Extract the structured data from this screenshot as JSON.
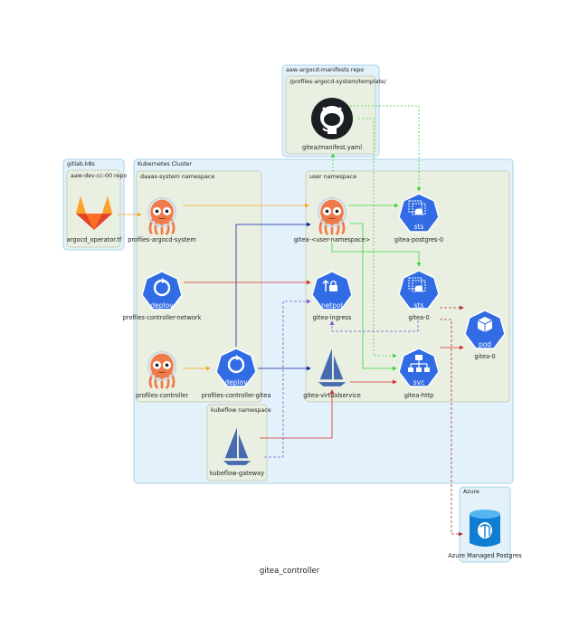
{
  "title": "gitea_controller",
  "clusters": {
    "gitlab": "gitlab.k8s",
    "gitlab_repo": "aaw-dev-cc-00 repo",
    "argocd_repo": "aaw-argocd-manifests repo",
    "argocd_template": "/profiles-argocd-system/template/",
    "kubernetes": "Kubernetes Cluster",
    "daaas": "daaas-system namespace",
    "user": "user namespace",
    "kubeflow": "kubeflow namespace",
    "azure": "Azure"
  },
  "nodes": {
    "argocd_operator": "argocd_operator.tf",
    "gitea_manifest": "gitea/manifest.yaml",
    "profiles_argocd_system": "profiles-argocd-system",
    "profiles_controller_network": "profiles-controller-network",
    "profiles_controller": "profiles-controller",
    "profiles_controller_gitea": "profiles-controller-gitea",
    "gitea_user_namespace": "gitea-<user-namespace>",
    "gitea_ingress": "gitea-ingress",
    "gitea_virtualservice": "gitea-virtualservice",
    "gitea_postgres_0": "gitea-postgres-0",
    "gitea_0_sts": "gitea-0",
    "gitea_http": "gitea-http",
    "gitea_0_pod": "gitea-0",
    "kubeflow_gateway": "kubeflow-gateway",
    "azure_postgres": "Azure Managed Postgres"
  },
  "icon_labels": {
    "deploy": "deploy",
    "netpol": "netpol",
    "sts": "sts",
    "svc": "svc",
    "pod": "pod"
  },
  "icons": {
    "gitlab": "gitlab-icon",
    "github": "github-icon",
    "argocd": "argocd-icon",
    "deploy": "deployment-icon",
    "netpol": "network-policy-icon",
    "sts": "statefulset-icon",
    "svc": "service-icon",
    "pod": "pod-icon",
    "istio": "istio-icon",
    "azure_postgres": "azure-postgres-icon"
  },
  "colors": {
    "cluster_fill": "#e3f2fa",
    "namespace_fill": "#eaf0e1",
    "k8s_blue": "#326ce5",
    "argo_orange": "#ef7b4d",
    "edge_orange": "#f5a623",
    "edge_blue": "#0a1fa8",
    "edge_red": "#d62d2d",
    "edge_green": "#3cd33c",
    "edge_purple": "#7b55d6",
    "edge_darkred": "#b03030"
  }
}
